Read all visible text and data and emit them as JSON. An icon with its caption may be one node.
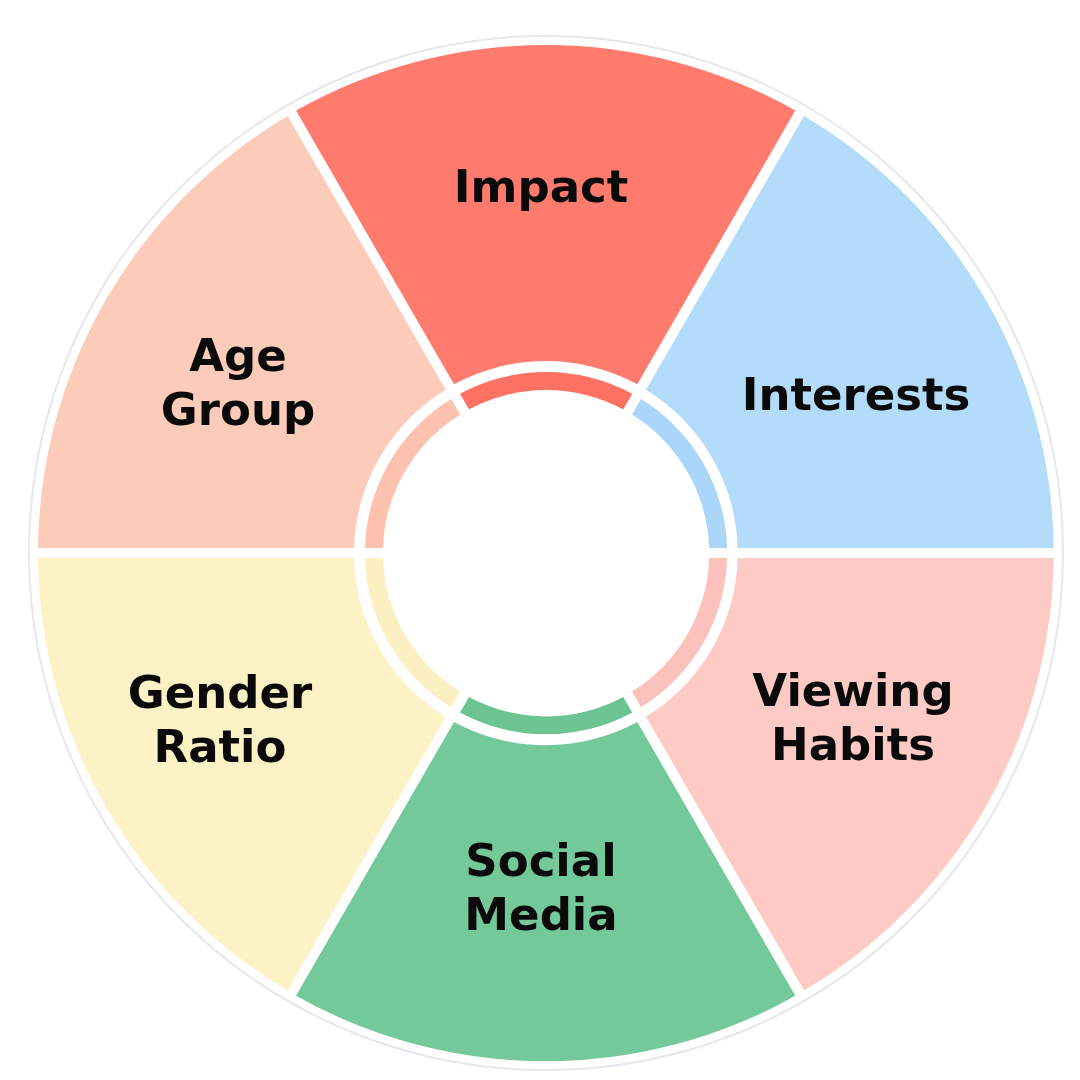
{
  "diagram": {
    "nodes": [
      {
        "text": [
          "Impact"
        ]
      },
      {
        "text": [
          "Interests"
        ]
      },
      {
        "text": [
          "Viewing Habits"
        ]
      },
      {
        "text": [
          "Social Media"
        ]
      },
      {
        "text": [
          "Gender Ratio"
        ]
      },
      {
        "text": [
          "Age Group"
        ]
      },
      {
        "text": [],
        "shape": "arc"
      },
      {
        "text": [],
        "shape": "arc"
      },
      {
        "text": [],
        "shape": "arc"
      },
      {
        "text": [],
        "shape": "arc"
      },
      {
        "text": [],
        "shape": "arc"
      },
      {
        "text": [],
        "shape": "arc"
      }
    ]
  }
}
